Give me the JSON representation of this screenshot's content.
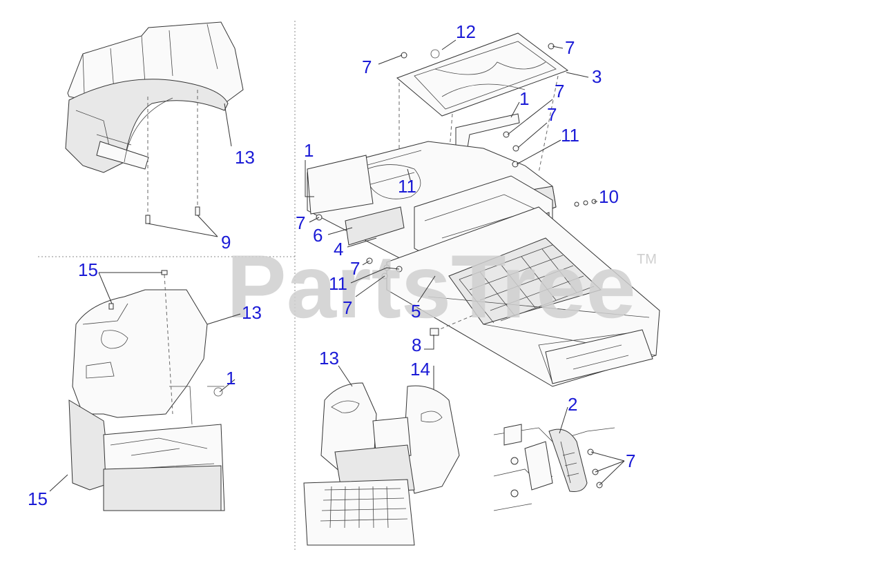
{
  "watermark": {
    "brand": "PartsTree",
    "trademark": "TM"
  },
  "callouts": {
    "c1": "12",
    "c2": "7",
    "c3": "7",
    "c4": "3",
    "c5": "1",
    "c6": "7",
    "c7": "7",
    "c8": "11",
    "c9": "1",
    "c10": "10",
    "c11": "11",
    "c12": "7",
    "c13": "6",
    "c14": "4",
    "c15": "7",
    "c16": "11",
    "c17": "7",
    "c18": "5",
    "c19": "8",
    "c20": "13",
    "c21": "9",
    "c22": "15",
    "c23": "13",
    "c24": "1",
    "c25": "15",
    "c26": "13",
    "c27": "14",
    "c28": "2",
    "c29": "7"
  },
  "colors": {
    "callout": "#1a1ad6",
    "watermark": "#cfcfcf",
    "linework": "#222222"
  }
}
